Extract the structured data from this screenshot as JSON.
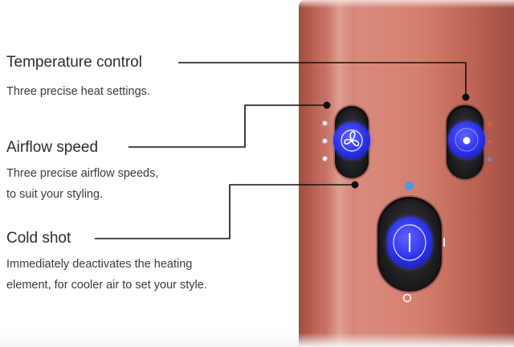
{
  "features": [
    {
      "title": "Temperature control",
      "description_lines": [
        "Three precise heat settings."
      ]
    },
    {
      "title": "Airflow speed",
      "description_lines": [
        "Three precise airflow speeds,",
        "to suit your styling."
      ]
    },
    {
      "title": "Cold shot",
      "description_lines": [
        "Immediately deactivates the heating",
        "element, for cooler air to set your style."
      ]
    }
  ],
  "colors": {
    "device_body": "#d4806f",
    "button_blue": "#2a30e6",
    "indicator_red": "#e05a4e",
    "indicator_blue": "#4a9be0",
    "indicator_white": "#ffffff",
    "leader_line": "#111111"
  },
  "icons": {
    "airflow_button": "fan-icon",
    "temperature_button": "dot-icon",
    "cold_shot_button": "power-line-icon",
    "cold_shot_status": "ring-icon"
  }
}
